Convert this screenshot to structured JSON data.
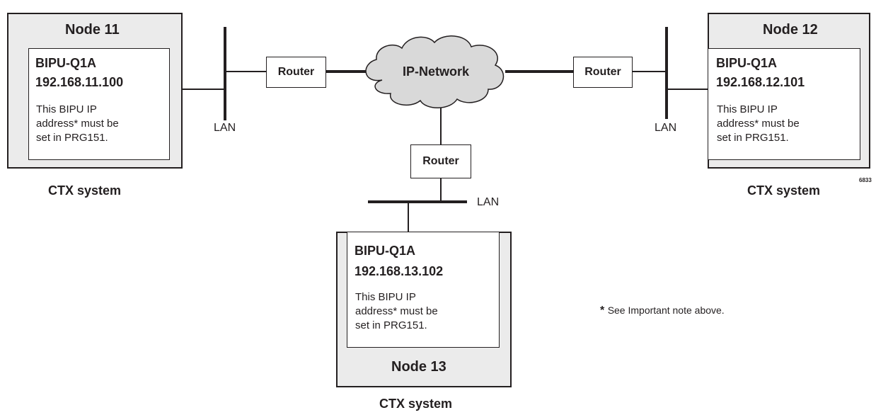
{
  "node11": {
    "title": "Node 11",
    "unit": "BIPU-Q1A",
    "ip": "192.168.11.100",
    "note": [
      "This BIPU IP",
      "address",
      "* must be",
      "set in PRG151."
    ],
    "caption": "CTX system"
  },
  "node12": {
    "title": "Node 12",
    "unit": "BIPU-Q1A",
    "ip": "192.168.12.101",
    "note": [
      "This BIPU IP",
      "address",
      "* must be",
      "set in PRG151."
    ],
    "caption": "CTX system"
  },
  "node13": {
    "title": "Node 13",
    "unit": "BIPU-Q1A",
    "ip": "192.168.13.102",
    "note": [
      "This BIPU IP",
      "address",
      "* must be",
      "set in PRG151."
    ],
    "caption": "CTX system"
  },
  "network": {
    "cloud_label": "IP-Network",
    "router_label": "Router",
    "lan_label": "LAN"
  },
  "footnote": {
    "star": "*",
    "text": "See Important note above."
  },
  "figure_number": "6833"
}
